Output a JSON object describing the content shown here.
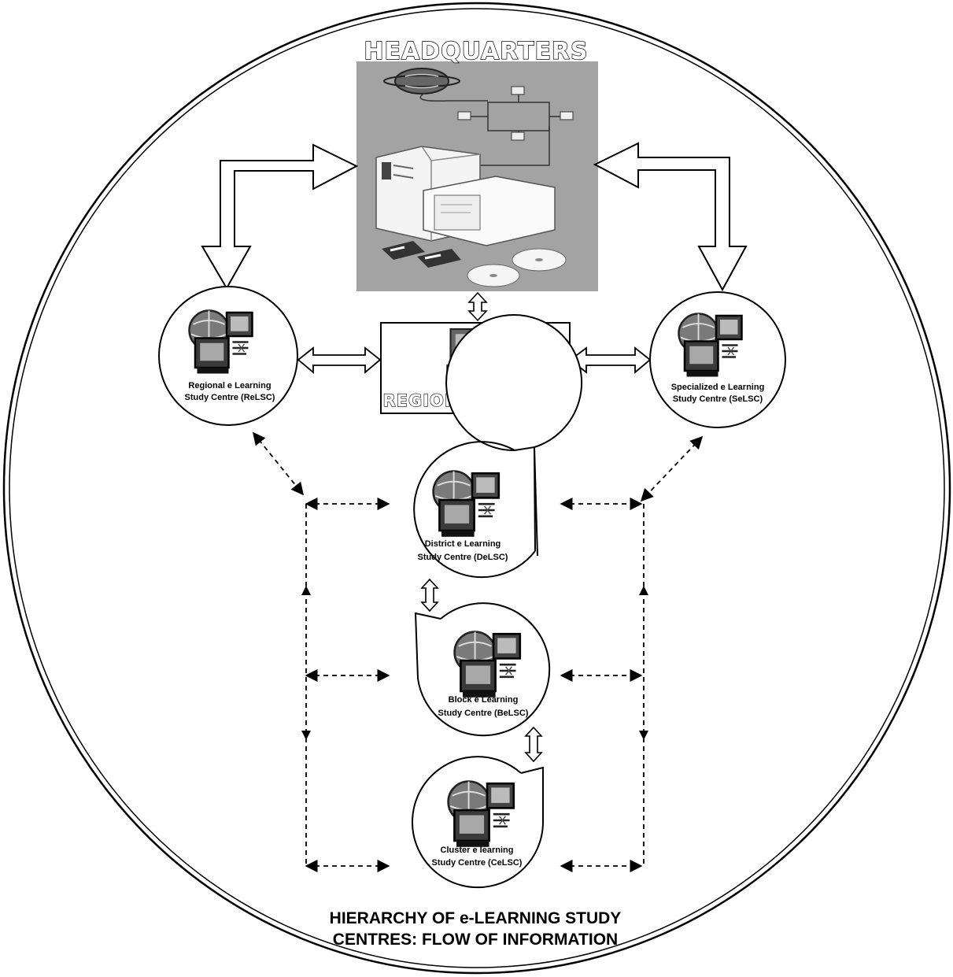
{
  "headquarters": {
    "title": "HEADQUARTERS"
  },
  "regional_centre": {
    "title": "REGIONAL CENTRE"
  },
  "nodes": {
    "relsc": {
      "line1": "Regional e Learning",
      "line2": "Study Centre (ReLSC)"
    },
    "selsc": {
      "line1": "Specialized e Learning",
      "line2": "Study Centre (SeLSC)"
    },
    "delsc": {
      "line1": "District e Learning",
      "line2": "Study Centre (DeLSC)"
    },
    "belsc": {
      "line1": "Block e Learning",
      "line2": "Study Centre (BeLSC)"
    },
    "celsc": {
      "line1": "Cluster e learning",
      "line2": "Study Centre (CeLSC)"
    }
  },
  "caption": {
    "line1": "HIERARCHY OF e-LEARNING STUDY",
    "line2": "CENTRES: FLOW OF INFORMATION"
  }
}
